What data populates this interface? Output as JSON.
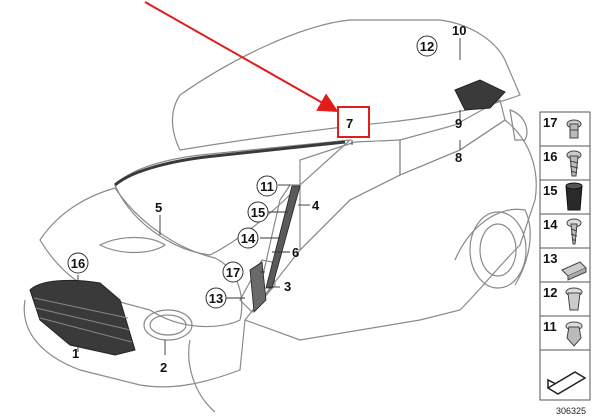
{
  "callouts": {
    "n1": "1",
    "n2": "2",
    "n3": "3",
    "n4": "4",
    "n5": "5",
    "n6": "6",
    "n7": "7",
    "n8": "8",
    "n9": "9",
    "n10": "10",
    "n11": "11",
    "n12": "12",
    "n13": "13",
    "n14": "14",
    "n15": "15",
    "n16": "16",
    "n17": "17"
  },
  "parts_panel": [
    {
      "number": "17",
      "icon": "rivet-nut-icon"
    },
    {
      "number": "16",
      "icon": "screw-icon"
    },
    {
      "number": "15",
      "icon": "expanding-nut-icon"
    },
    {
      "number": "14",
      "icon": "fillister-screw-icon"
    },
    {
      "number": "13",
      "icon": "clip-icon"
    },
    {
      "number": "12",
      "icon": "plug-clip-icon"
    },
    {
      "number": "11",
      "icon": "expanding-rivet-icon"
    }
  ],
  "diagram_id": "306325",
  "colors": {
    "highlight_red": "#e21b1b",
    "outline": "#8a8a8a",
    "dark_part": "#3a3a3a"
  }
}
